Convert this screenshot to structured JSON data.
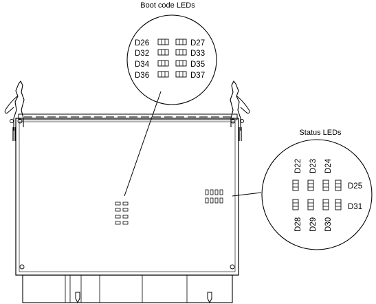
{
  "boot_code": {
    "title": "Boot code LEDs",
    "rows": [
      {
        "left": "D26",
        "right": "D27"
      },
      {
        "left": "D32",
        "right": "D33"
      },
      {
        "left": "D34",
        "right": "D35"
      },
      {
        "left": "D36",
        "right": "D37"
      }
    ]
  },
  "status": {
    "title": "Status LEDs",
    "top_labels": [
      "D22",
      "D23",
      "D24"
    ],
    "right_labels": [
      "D25",
      "D31"
    ],
    "bottom_labels": [
      "D28",
      "D29",
      "D30"
    ]
  }
}
